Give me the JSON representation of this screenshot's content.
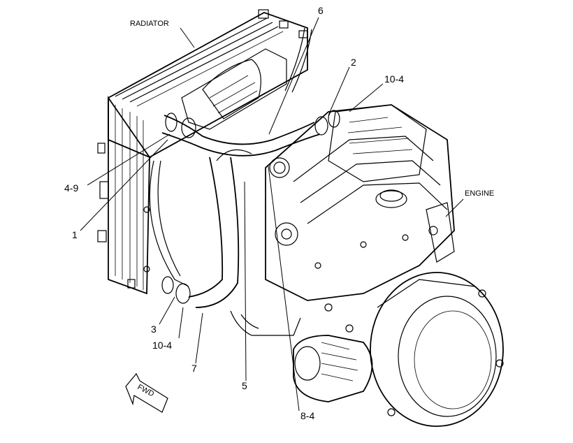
{
  "labels": {
    "radiator": "RADIATOR",
    "engine": "ENGINE",
    "fwd": "FWD",
    "c6": "6",
    "c2": "2",
    "c10_4_top": "10-4",
    "c4_9": "4-9",
    "c1": "1",
    "c3": "3",
    "c10_4_bottom": "10-4",
    "c7": "7",
    "c5": "5",
    "c8_4": "8-4"
  }
}
